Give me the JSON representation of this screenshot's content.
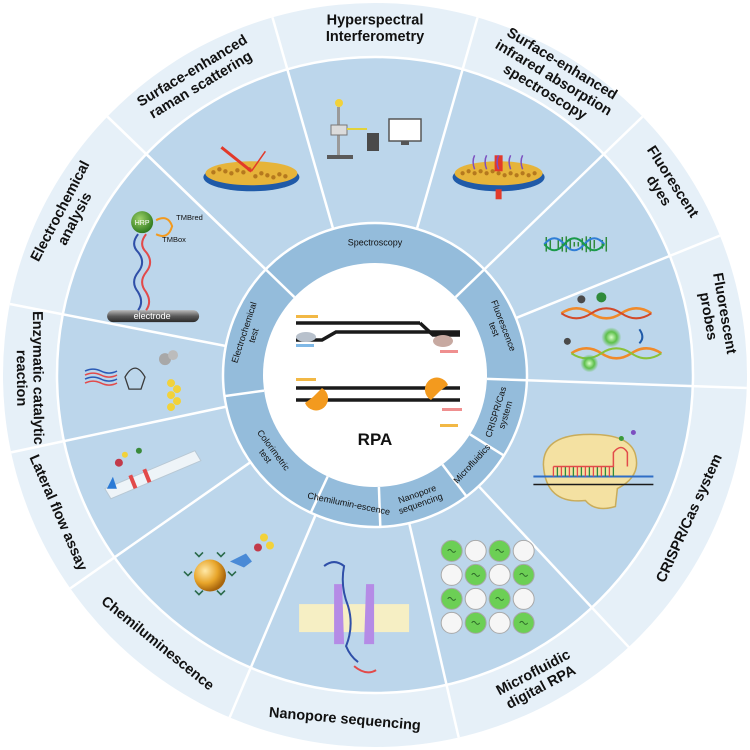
{
  "center": {
    "title": "RPA"
  },
  "categories": [
    {
      "name": "Spectroscopy",
      "start": -46,
      "end": 46,
      "sublabel": "Spectroscopy",
      "applications": [
        {
          "label": "Hyperspectral Interferometry",
          "lines": [
            "Hyperspectral",
            "Interferometry"
          ],
          "start": -16,
          "end": 16,
          "img": "interferometer"
        },
        {
          "label": "Surface-enhanced infrared absorption spectroscopy",
          "lines": [
            "Surface-enhanced",
            "infrared absorption",
            "spectroscopy"
          ],
          "start": 16,
          "end": 46,
          "img": "sensor-disc-red"
        },
        {
          "label": "Surface-enhanced raman scattering",
          "lines": [
            "Surface-enhanced",
            "raman scattering"
          ],
          "start": -46,
          "end": -16,
          "img": "sensor-disc-laser"
        }
      ]
    },
    {
      "name": "Fluorescence test",
      "start": 46,
      "end": 92,
      "sublabel": "Fluorescence test",
      "applications": [
        {
          "label": "Fluorescent dyes",
          "lines": [
            "Fluorescent",
            "dyes"
          ],
          "start": 46,
          "end": 68,
          "img": "dna-helix"
        },
        {
          "label": "Fluorescent probes",
          "lines": [
            "Fluorescent",
            "probes"
          ],
          "start": 68,
          "end": 92,
          "img": "dna-probes"
        }
      ]
    },
    {
      "name": "CRISPR/Cas system",
      "start": 92,
      "end": 122,
      "sublabel": "CRISPR/Cas system",
      "applications": [
        {
          "label": "CRISPR/Cas system",
          "lines": [
            "CRISPR/Cas system"
          ],
          "start": 92,
          "end": 137,
          "img": "cas-protein"
        }
      ]
    },
    {
      "name": "Microfluidics",
      "start": 122,
      "end": 143,
      "sublabel": "Microfluidics",
      "applications": [
        {
          "label": "Microfluidic digital RPA",
          "lines": [
            "Microfluidic",
            "digital RPA"
          ],
          "start": 137,
          "end": 167,
          "img": "droplet-grid"
        }
      ]
    },
    {
      "name": "Nanopore sequencing",
      "start": 143,
      "end": 178,
      "sublabel": "Nanopore sequencing",
      "applications": [
        {
          "label": "Nanopore sequencing",
          "lines": [
            "Nanopore sequencing"
          ],
          "start": 167,
          "end": 203,
          "img": "nanopore"
        }
      ]
    },
    {
      "name": "Chemiluminescence",
      "start": 178,
      "end": 205,
      "sublabel": "Chemilumin-escence",
      "applications": [
        {
          "label": "Chemiluminescence",
          "lines": [
            "Chemiluminescence"
          ],
          "start": 203,
          "end": 235,
          "img": "bead"
        }
      ]
    },
    {
      "name": "Colorimetric test",
      "start": 205,
      "end": 262,
      "sublabel": "Colorimetric test",
      "applications": [
        {
          "label": "Lateral flow assay",
          "lines": [
            "Lateral flow assay"
          ],
          "start": 235,
          "end": 258,
          "img": "strip"
        },
        {
          "label": "Enzymatic catalytic reaction",
          "lines": [
            "Enzymatic catalytic",
            "reaction"
          ],
          "start": 258,
          "end": 281,
          "img": "enzymatic"
        }
      ]
    },
    {
      "name": "Electrochemical test",
      "start": 262,
      "end": 314,
      "sublabel": "Electrochemical test",
      "applications": [
        {
          "label": "Electrochemical analysis",
          "lines": [
            "Electrochemical",
            "analysis"
          ],
          "start": 281,
          "end": 314,
          "img": "electrode"
        }
      ]
    }
  ],
  "figure_text": {
    "hrp": "HRP",
    "tmb_red": "TMBred",
    "tmb_ox": "TMBox",
    "electrode": "electrode"
  },
  "colors": {
    "outer_ring": "#e6f0f8",
    "image_ring": "#bcd6eb",
    "inner_ring": "#94bcdb",
    "center": "#ffffff",
    "line": "#ffffff",
    "accent_orange": "#f39a1e"
  }
}
